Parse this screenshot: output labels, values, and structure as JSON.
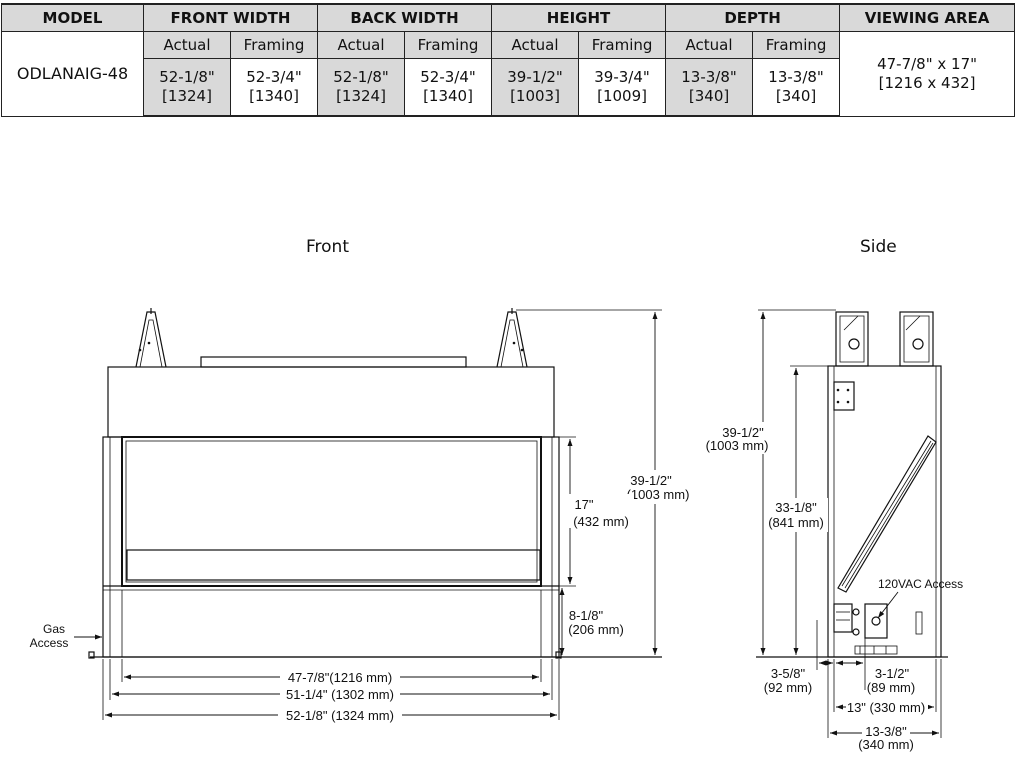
{
  "table": {
    "headers": [
      "MODEL",
      "FRONT WIDTH",
      "BACK WIDTH",
      "HEIGHT",
      "DEPTH",
      "VIEWING AREA"
    ],
    "subheaders": [
      "Actual",
      "Framing",
      "Actual",
      "Framing",
      "Actual",
      "Framing",
      "Actual",
      "Framing"
    ],
    "row": {
      "model": "ODLANAIG-48",
      "values": [
        [
          "52-1/8\"",
          "[1324]"
        ],
        [
          "52-3/4\"",
          "[1340]"
        ],
        [
          "52-1/8\"",
          "[1324]"
        ],
        [
          "52-3/4\"",
          "[1340]"
        ],
        [
          "39-1/2\"",
          "[1003]"
        ],
        [
          "39-3/4\"",
          "[1009]"
        ],
        [
          "13-3/8\"",
          "[340]"
        ],
        [
          "13-3/8\"",
          "[340]"
        ]
      ],
      "viewing_area": [
        "47-7/8\" x 17\"",
        "[1216 x 432]"
      ]
    }
  },
  "front": {
    "title": "Front",
    "gas_access": [
      "Gas",
      "Access"
    ],
    "dim_height": [
      "39-1/2\"",
      "(1003 mm)"
    ],
    "dim_viewing_height": [
      "17\"",
      "(432 mm)"
    ],
    "dim_bottom": [
      "8-1/8\"",
      "(206 mm)"
    ],
    "dim_viewing_width": "47-7/8\"(1216 mm)",
    "dim_inner_width": "51-1/4\" (1302 mm)",
    "dim_overall_width": "52-1/8\" (1324 mm)"
  },
  "side": {
    "title": "Side",
    "dim_height": [
      "39-1/2\"",
      "(1003 mm)"
    ],
    "dim_body_height": [
      "33-1/8\"",
      "(841 mm)"
    ],
    "vac_access": "120VAC Access",
    "dim_a": [
      "3-5/8\"",
      "(92 mm)"
    ],
    "dim_b": [
      "3-1/2\"",
      "(89 mm)"
    ],
    "dim_c": "13\" (330 mm)",
    "dim_d": [
      "13-3/8\"",
      "(340 mm)"
    ]
  }
}
